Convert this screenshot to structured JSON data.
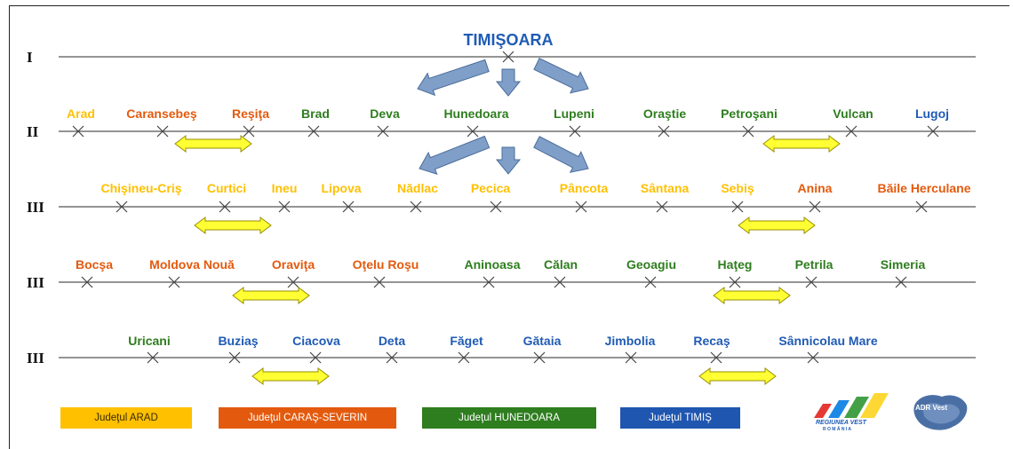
{
  "colors": {
    "arad": "#ffc000",
    "caras_severin": "#e35a0e",
    "hunedoara": "#2e7d1e",
    "timis": "#1f5bb4"
  },
  "title": "TIMIŞOARA",
  "rows": [
    {
      "label": "I",
      "cities": []
    },
    {
      "label": "II",
      "cities": [
        {
          "name": "Arad",
          "county": "arad"
        },
        {
          "name": "Caransebeş",
          "county": "caras_severin"
        },
        {
          "name": "Reşiţa",
          "county": "caras_severin"
        },
        {
          "name": "Brad",
          "county": "hunedoara"
        },
        {
          "name": "Deva",
          "county": "hunedoara"
        },
        {
          "name": "Hunedoara",
          "county": "hunedoara"
        },
        {
          "name": "Lupeni",
          "county": "hunedoara"
        },
        {
          "name": "Oraştie",
          "county": "hunedoara"
        },
        {
          "name": "Petroşani",
          "county": "hunedoara"
        },
        {
          "name": "Vulcan",
          "county": "hunedoara"
        },
        {
          "name": "Lugoj",
          "county": "timis"
        }
      ]
    },
    {
      "label": "III",
      "cities": [
        {
          "name": "Chişineu-Criş",
          "county": "arad"
        },
        {
          "name": "Curtici",
          "county": "arad"
        },
        {
          "name": "Ineu",
          "county": "arad"
        },
        {
          "name": "Lipova",
          "county": "arad"
        },
        {
          "name": "Nădlac",
          "county": "arad"
        },
        {
          "name": "Pecica",
          "county": "arad"
        },
        {
          "name": "Pâncota",
          "county": "arad"
        },
        {
          "name": "Sântana",
          "county": "arad"
        },
        {
          "name": "Sebiş",
          "county": "arad"
        },
        {
          "name": "Anina",
          "county": "caras_severin"
        },
        {
          "name": "Băile Herculane",
          "county": "caras_severin"
        }
      ]
    },
    {
      "label": "III",
      "cities": [
        {
          "name": "Bocşa",
          "county": "caras_severin"
        },
        {
          "name": "Moldova Nouă",
          "county": "caras_severin"
        },
        {
          "name": "Oraviţa",
          "county": "caras_severin"
        },
        {
          "name": "Oţelu Roşu",
          "county": "caras_severin"
        },
        {
          "name": "Aninoasa",
          "county": "hunedoara"
        },
        {
          "name": "Călan",
          "county": "hunedoara"
        },
        {
          "name": "Geoagiu",
          "county": "hunedoara"
        },
        {
          "name": "Haţeg",
          "county": "hunedoara"
        },
        {
          "name": "Petrila",
          "county": "hunedoara"
        },
        {
          "name": "Simeria",
          "county": "hunedoara"
        }
      ]
    },
    {
      "label": "III",
      "cities": [
        {
          "name": "Uricani",
          "county": "hunedoara"
        },
        {
          "name": "Buziaş",
          "county": "timis"
        },
        {
          "name": "Ciacova",
          "county": "timis"
        },
        {
          "name": "Deta",
          "county": "timis"
        },
        {
          "name": "Făget",
          "county": "timis"
        },
        {
          "name": "Gătaia",
          "county": "timis"
        },
        {
          "name": "Jimbolia",
          "county": "timis"
        },
        {
          "name": "Recaş",
          "county": "timis"
        },
        {
          "name": "Sânnicolau Mare",
          "county": "timis"
        }
      ]
    }
  ],
  "legend": [
    {
      "label": "Judeţul ARAD"
    },
    {
      "label": "Judeţul CARAŞ-SEVERIN"
    },
    {
      "label": "Judeţul HUNEDOARA"
    },
    {
      "label": "Judeţul TIMIŞ"
    }
  ],
  "logos": {
    "regiunea_vest": {
      "line1": "REGIUNEA VEST",
      "line2": "R O M Â N I A"
    },
    "adr_vest": {
      "text": "ADR Vest"
    }
  }
}
